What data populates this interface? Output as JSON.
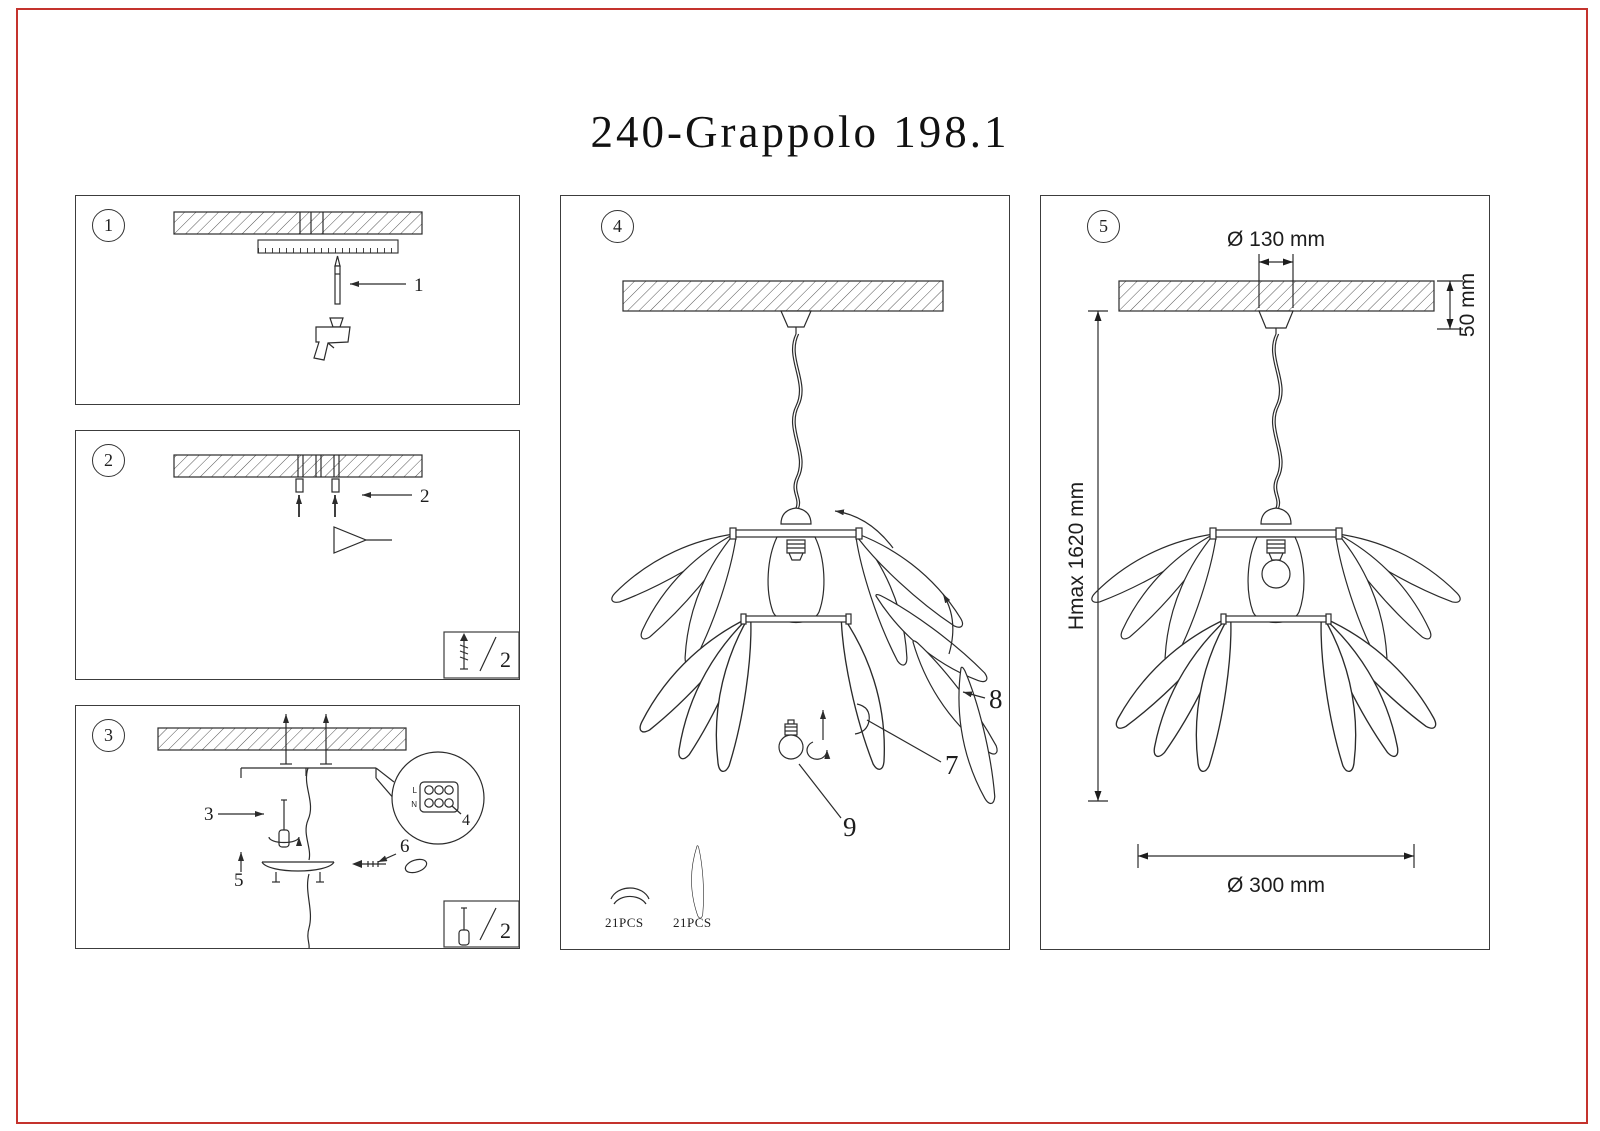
{
  "page": {
    "title": "240-Grappolo 198.1"
  },
  "colors": {
    "line": "#2b2b2b",
    "page_border": "#c4332d"
  },
  "panels": {
    "step1": {
      "badge": "1",
      "callout_pencil": "1"
    },
    "step2": {
      "badge": "2",
      "callout_anchor": "2",
      "qty": "2"
    },
    "step3": {
      "badge": "3",
      "callout_screwdriver": "3",
      "callout_terminal": "4",
      "callout_canopy": "5",
      "callout_screw": "6",
      "terminal_l": "L",
      "terminal_n": "N",
      "qty": "2"
    },
    "step4": {
      "badge": "4",
      "callout_clip": "7",
      "callout_petal": "8",
      "callout_bulb": "9",
      "clip_pcs": "21PCS",
      "petal_pcs": "21PCS"
    },
    "step5": {
      "badge": "5",
      "dim_canopy": "Ø 130 mm",
      "dim_ceiling": "50 mm",
      "dim_height": "Hmax 1620 mm",
      "dim_width": "Ø 300 mm"
    }
  }
}
